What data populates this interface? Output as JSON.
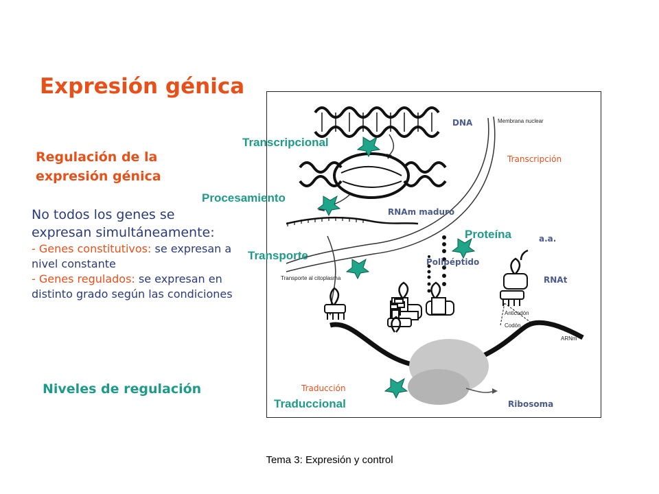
{
  "slide": {
    "title": "Expresión génica",
    "subtitle_line1": "Regulación de la",
    "subtitle_line2": "expresión génica",
    "body": {
      "line1": "No todos los genes se expresan simultáneamente:",
      "const_label": "- Genes constitutivos:",
      "const_desc": " se expresan a nivel constante",
      "reg_label": "- Genes regulados:",
      "reg_desc": " se expresan en distinto grado según las condiciones"
    },
    "levels_heading": "Niveles de regulación",
    "footer": "Tema 3: Expresión y control"
  },
  "diagram": {
    "labels": {
      "dna": "DNA",
      "membrana": "Membrana nuclear",
      "transcripcion": "Transcripción",
      "rnam_maduro": "RNAm maduro",
      "aa": "a.a.",
      "polipeptido": "Polipéptido",
      "rnat": "RNAt",
      "transporte_citoplasma": "Transporte al citoplasma",
      "anticodon": "Anticodón",
      "codon": "Codón",
      "arnm": "ARNm",
      "traduccion": "Traducción",
      "ribosoma": "Ribosoma"
    },
    "levels": {
      "transcripcional": "Transcripcional",
      "procesamiento": "Procesamiento",
      "transporte": "Transporte",
      "proteina": "Proteína",
      "traduccional": "Traduccional"
    },
    "colors": {
      "orange": "#e8501a",
      "teal": "#1e9a8a",
      "navy": "#4a5a8a",
      "marker": "#1fa58a"
    }
  }
}
